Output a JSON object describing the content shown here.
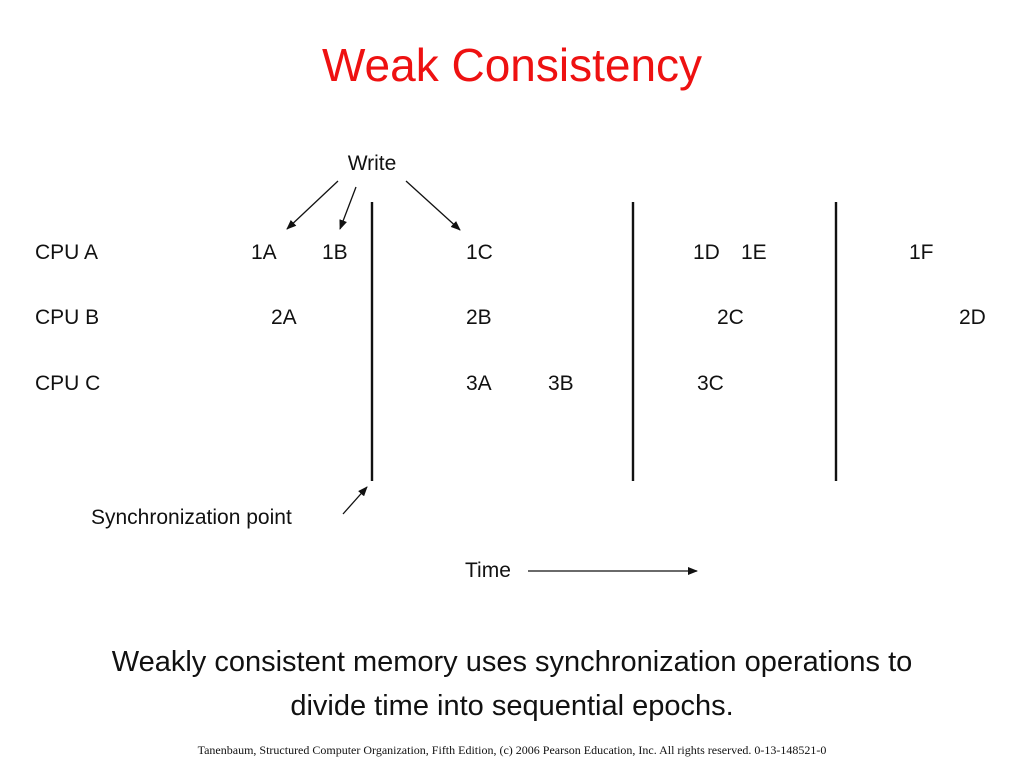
{
  "slide": {
    "title": "Weak Consistency",
    "caption_line1": "Weakly consistent memory uses synchronization operations to",
    "caption_line2": "divide time into sequential epochs.",
    "footer": "Tanenbaum, Structured Computer Organization, Fifth Edition, (c) 2006 Pearson Education, Inc. All rights reserved. 0-13-148521-0",
    "title_color": "#ee1111"
  },
  "diagram": {
    "write_label": "Write",
    "sync_label": "Synchronization point",
    "time_label": "Time",
    "cpus": [
      {
        "label": "CPU A",
        "ops": [
          "1A",
          "1B",
          "1C",
          "1D",
          "1E",
          "1F"
        ]
      },
      {
        "label": "CPU B",
        "ops": [
          "2A",
          "2B",
          "2C",
          "2D"
        ]
      },
      {
        "label": "CPU C",
        "ops": [
          "3A",
          "3B",
          "3C"
        ]
      }
    ]
  }
}
